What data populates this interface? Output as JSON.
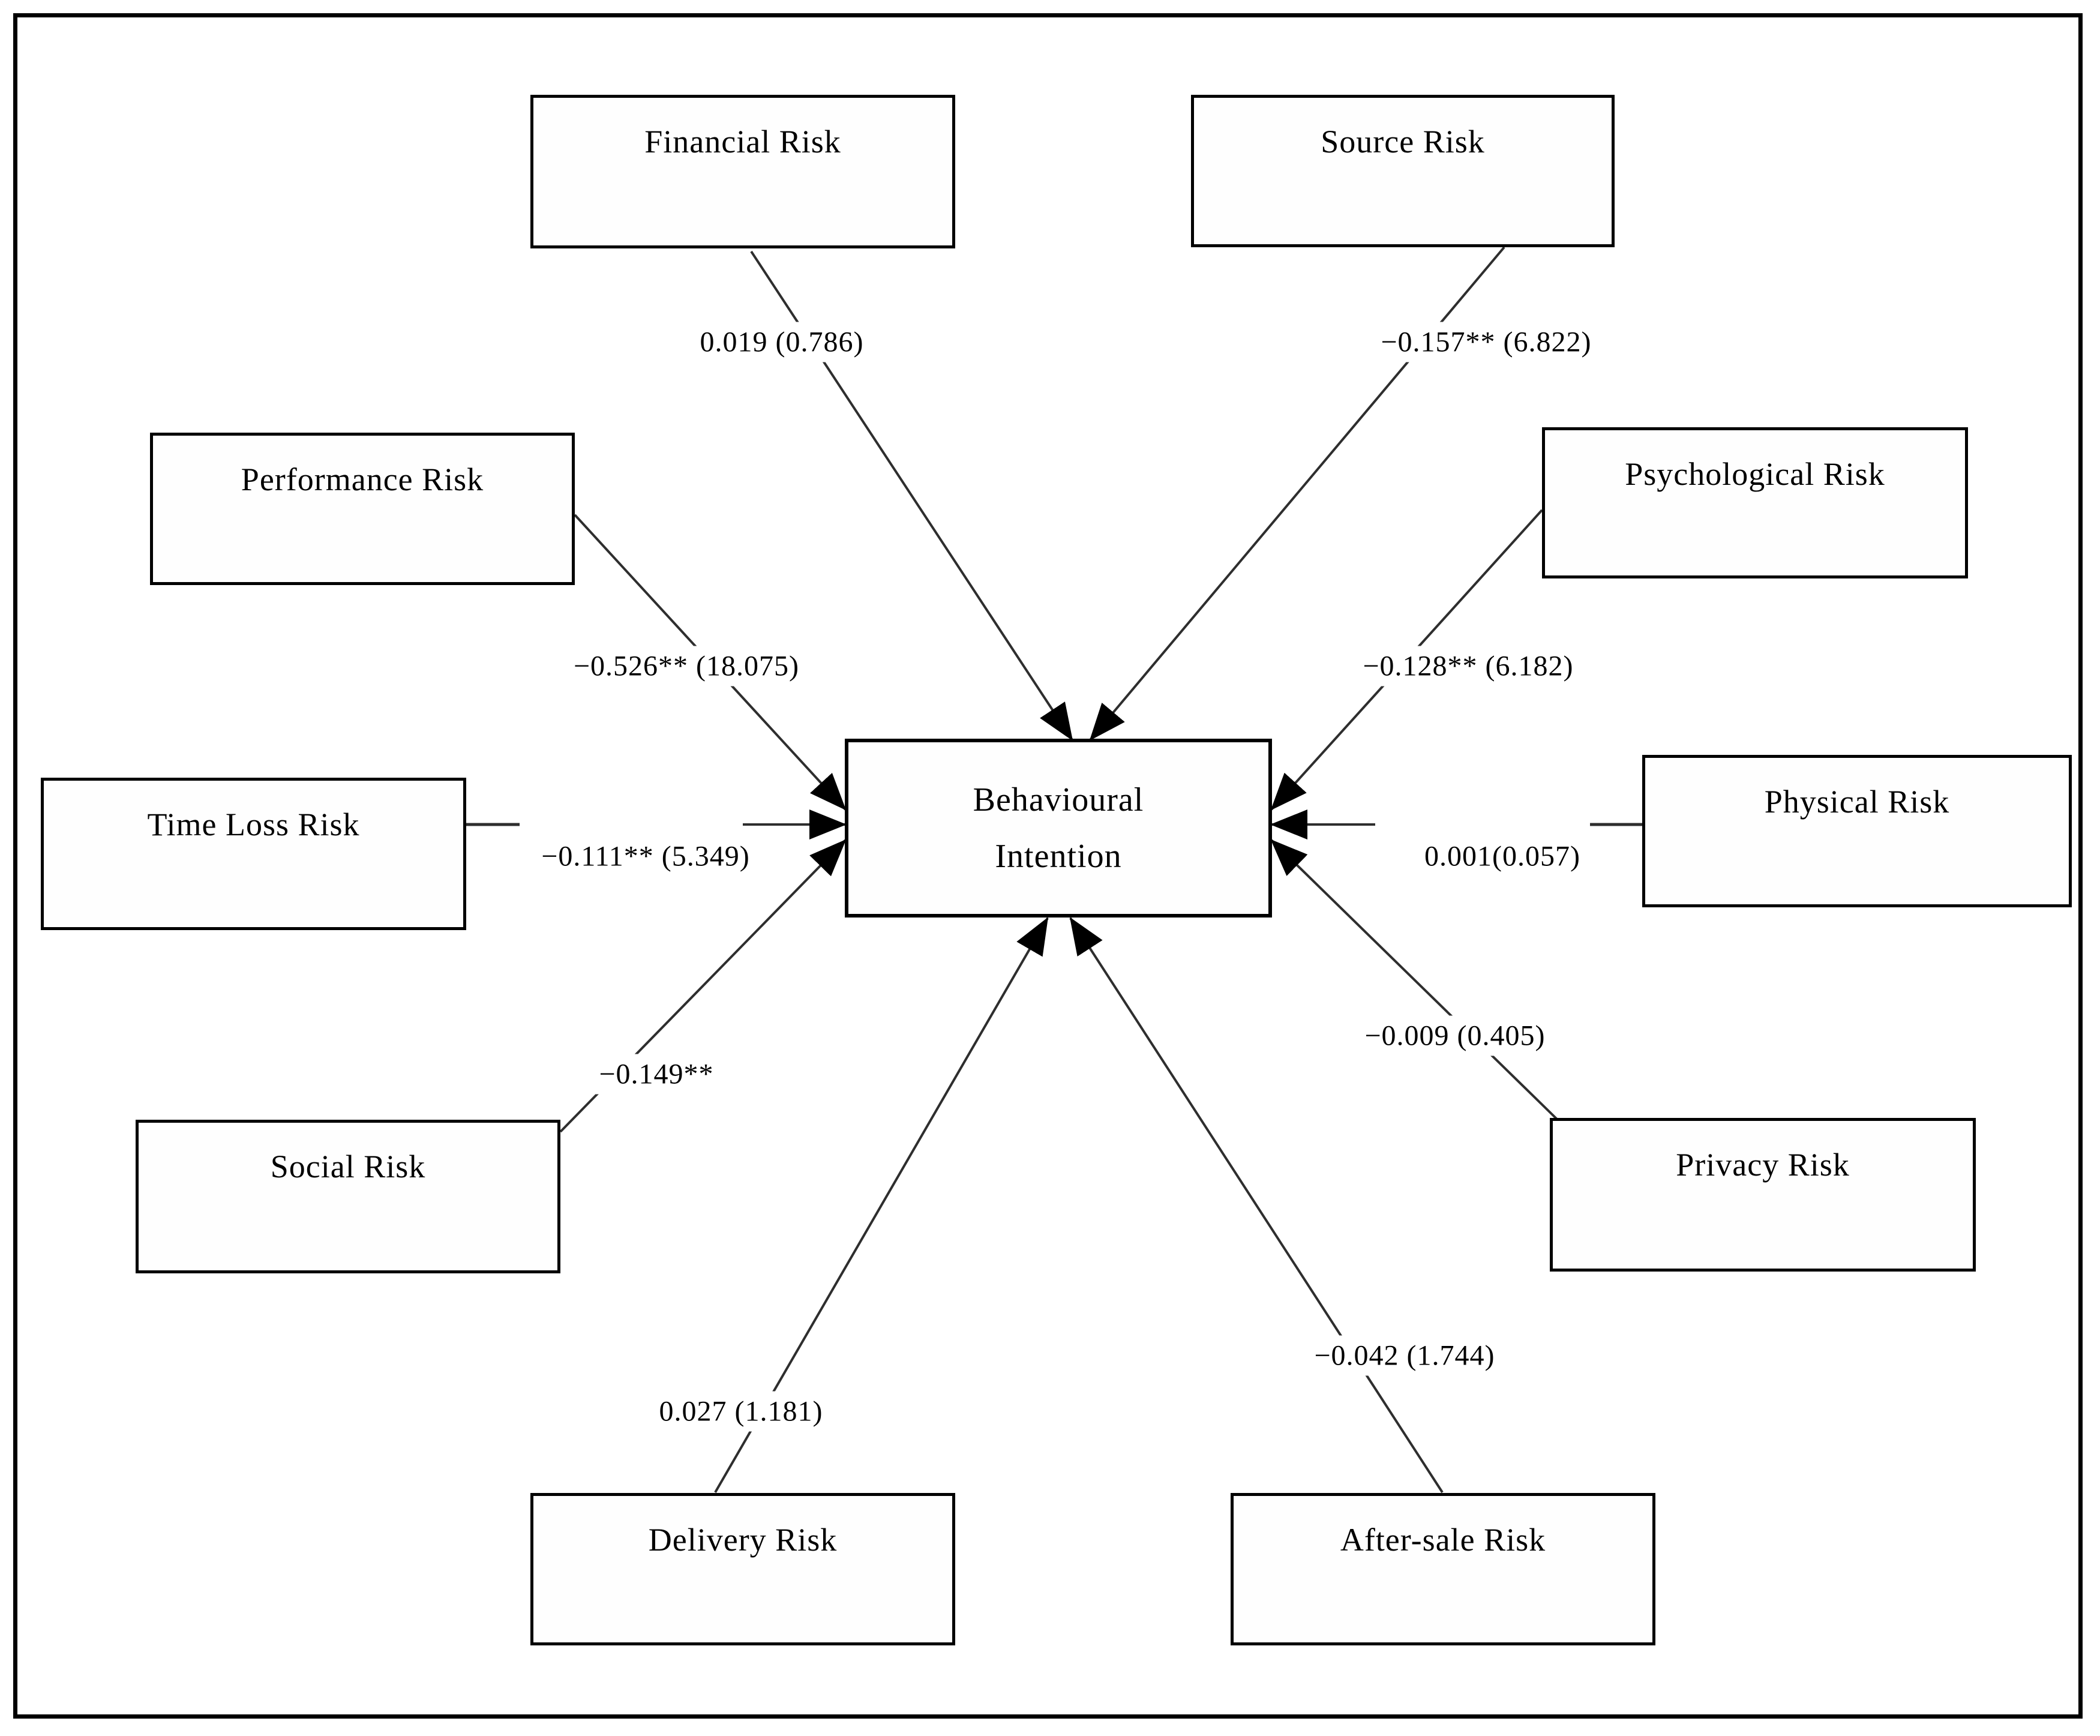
{
  "figure": {
    "description": "Path diagram: nine perceived risk constructs with path coefficients (t-values) pointing to Behavioural Intention",
    "center": {
      "line1": "Behavioural",
      "line2": "Intention"
    },
    "nodes": [
      {
        "id": "financial",
        "label": "Financial Risk",
        "coef": "0.019 (0.786)"
      },
      {
        "id": "source",
        "label": "Source Risk",
        "coef": "−0.157** (6.822)"
      },
      {
        "id": "performance",
        "label": "Performance Risk",
        "coef": "−0.526** (18.075)"
      },
      {
        "id": "psychological",
        "label": "Psychological Risk",
        "coef": "−0.128** (6.182)"
      },
      {
        "id": "timeloss",
        "label": "Time Loss Risk",
        "coef": "−0.111** (5.349)"
      },
      {
        "id": "physical",
        "label": "Physical Risk",
        "coef": "0.001(0.057)"
      },
      {
        "id": "social",
        "label": "Social Risk",
        "coef": "−0.149**"
      },
      {
        "id": "privacy",
        "label": "Privacy Risk",
        "coef": "−0.009 (0.405)"
      },
      {
        "id": "delivery",
        "label": "Delivery Risk",
        "coef": "0.027 (1.181)"
      },
      {
        "id": "aftersale",
        "label": "After-sale Risk",
        "coef": "−0.042 (1.744)"
      }
    ],
    "colors": {
      "line": "#2e2e2e",
      "border": "#000000",
      "background": "#ffffff"
    }
  }
}
